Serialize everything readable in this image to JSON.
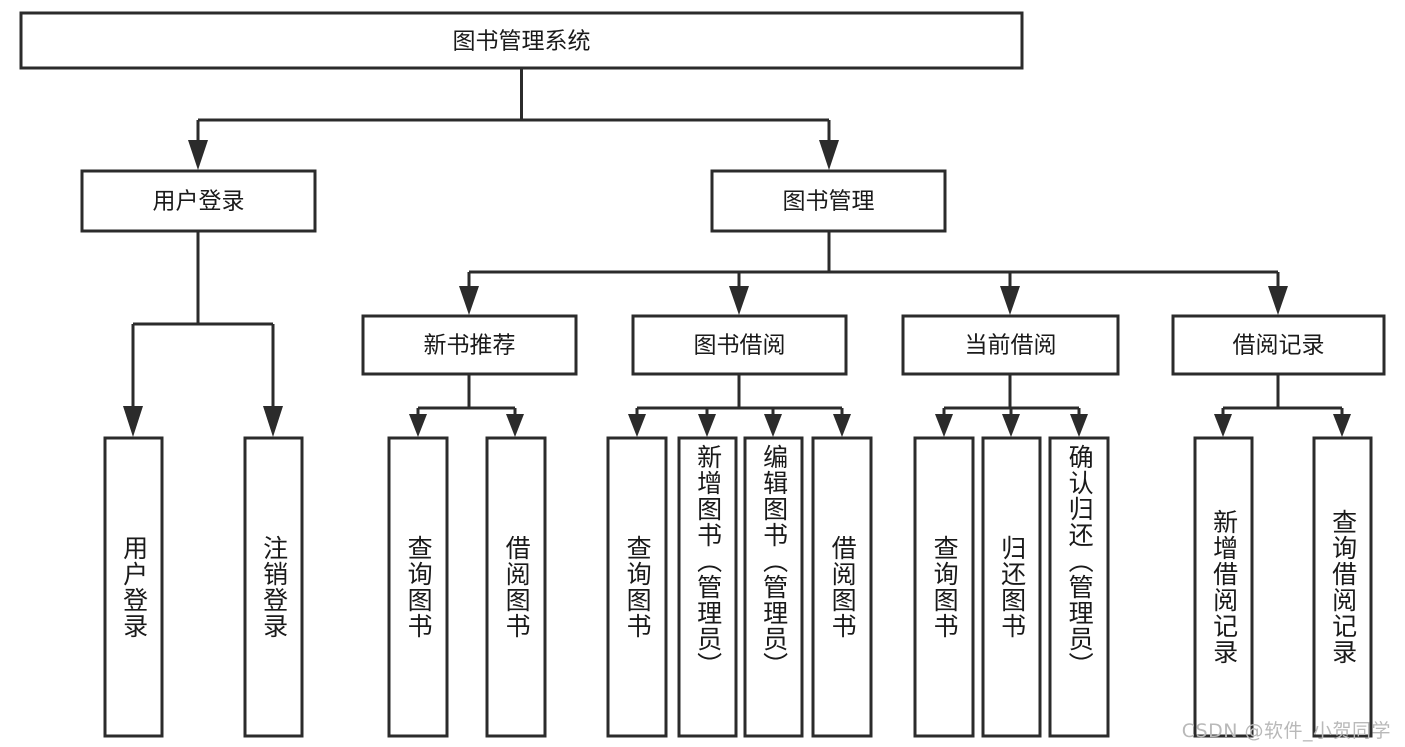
{
  "diagram": {
    "title": "图书管理系统",
    "type": "tree-hierarchy",
    "orientation": "top-down",
    "style": {
      "box_fill": "#ffffff",
      "box_stroke": "#2b2b2b",
      "text_color": "#1a1a1a",
      "watermark_color": "#b9b9b9",
      "background": "#ffffff"
    },
    "root": {
      "label": "图书管理系统"
    },
    "level2": [
      {
        "label": "用户登录"
      },
      {
        "label": "图书管理"
      }
    ],
    "level3": [
      {
        "label": "新书推荐"
      },
      {
        "label": "图书借阅"
      },
      {
        "label": "当前借阅"
      },
      {
        "label": "借阅记录"
      }
    ],
    "leaves": {
      "user_login": [
        {
          "label": "用户登录"
        },
        {
          "label": "注销登录"
        }
      ],
      "new_book_recommend": [
        {
          "label": "查询图书"
        },
        {
          "label": "借阅图书"
        }
      ],
      "book_borrow": [
        {
          "label": "查询图书"
        },
        {
          "label": "新增图书（管理员）"
        },
        {
          "label": "编辑图书（管理员）"
        },
        {
          "label": "借阅图书"
        }
      ],
      "current_borrow": [
        {
          "label": "查询图书"
        },
        {
          "label": "归还图书"
        },
        {
          "label": "确认归还（管理员）"
        }
      ],
      "borrow_record": [
        {
          "label": "新增借阅记录"
        },
        {
          "label": "查询借阅记录"
        }
      ]
    }
  },
  "watermark": {
    "text": "CSDN @软件_小贺同学"
  }
}
